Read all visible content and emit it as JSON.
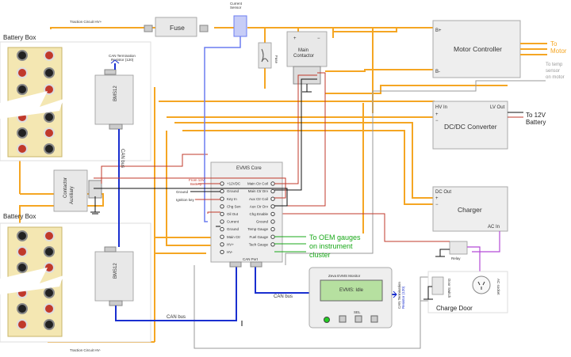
{
  "labels": {
    "traction_top": "Traction Circuit HV+",
    "traction_bottom": "Traction Circuit HV-",
    "battery_box_1": "Battery Box",
    "battery_box_2": "Battery Box",
    "fuse_main": "Fuse",
    "fuse_small": "Fuse",
    "current_sensor": "Current\nSensor",
    "main_contactor": "Main\nContactor",
    "aux_contactor": "Auxiliary\nContactor",
    "motor_controller": "Motor Controller",
    "controller_bplus": "B+",
    "controller_bminus": "B-",
    "to_motor": "To\nMotor",
    "to_temp_sensor": "To temp\nsensor\non motor",
    "dcdc_title": "DC/DC Converter",
    "dcdc_hv_in": "HV In",
    "dcdc_lv_out": "LV Out",
    "to_12v": "To 12V\nBattery",
    "charger_title": "Charger",
    "charger_dc_out": "DC Out",
    "charger_ac_in": "AC In",
    "relay": "Relay",
    "door_switch": "Door Switch",
    "charge_door": "Charge Door",
    "ac_socket": "AC socket",
    "bms1": "BMS12",
    "bms2": "BMS12",
    "can_term_1": "CAN Termination\nResistor (120)",
    "can_term_2": "CAN Termination\nResistor (120)",
    "can_bus_1": "CAN bus",
    "can_bus_2": "CAN bus",
    "can_bus_3": "CAN bus",
    "evms_core_title": "EVMS Core",
    "evms_can_port": "CAN Port",
    "from_12v": "From 12V\nBattery",
    "ground_label": "Ground",
    "ignition_key": "Ignition key",
    "oem_gauges": "To OEM gauges\non instrument\ncluster",
    "monitor_title": "Zeva EVMS Monitor",
    "monitor_screen": "EVMS: Idle",
    "monitor_btn_sel": "SEL"
  },
  "evms_left_pins": [
    "+12VDC",
    "Ground",
    "Key In",
    "Chg Sen",
    "Oil Out",
    "Current",
    "Ground",
    "Main Ctr",
    "HV+",
    "HV-"
  ],
  "evms_right_pins": [
    "Main Ctr Coil",
    "Main Ctr Drv",
    "Aux Ctr Coil",
    "Aux Ctr Drv",
    "Chg Enable",
    "Ground",
    "Temp Gauge",
    "Fuel Gauge",
    "Tach Gauge"
  ],
  "colors": {
    "traction": "#f5a623",
    "can_bus": "#1a2fd0",
    "current_sensor": "#6b7df0",
    "signal": "#c0392b",
    "ground": "#111111",
    "purple": "#b44bd6",
    "oem_gauges": "#18a818",
    "to_motor": "#f5a623",
    "to_temp": "#999999"
  }
}
